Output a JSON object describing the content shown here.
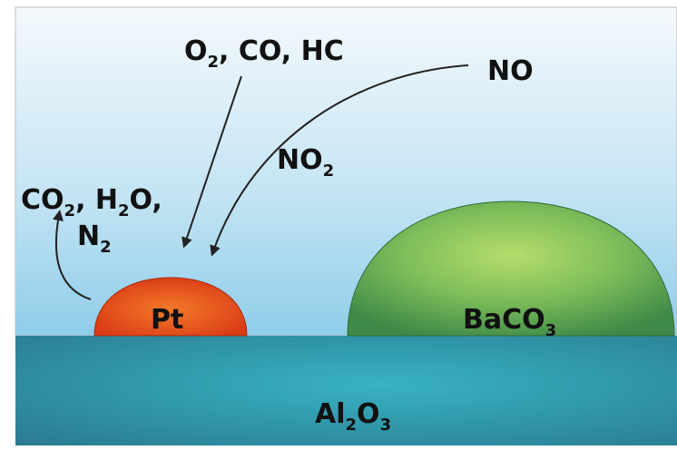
{
  "labels": {
    "reactants": {
      "p1": "O",
      "s1": "2",
      "p2": ", CO, HC"
    },
    "no": "NO",
    "no2": {
      "p1": "NO",
      "s1": "2"
    },
    "products_line1": {
      "p1": "CO",
      "s1": "2",
      "p2": ", H",
      "s2": "2",
      "p3": "O,"
    },
    "products_line2": {
      "p1": "N",
      "s1": "2"
    },
    "pt": "Pt",
    "baco3": {
      "p1": "BaCO",
      "s1": "3"
    },
    "al2o3": {
      "p1": "Al",
      "s1": "2",
      "p2": "O",
      "s2": "3"
    }
  },
  "colors": {
    "sky_top": "#f4f9fd",
    "sky_bottom": "#8fcdea",
    "substrate": "#2e8e9e",
    "pt_particle": "#e8501c",
    "baco3_particle": "#5aa553",
    "arrow": "#222222"
  }
}
